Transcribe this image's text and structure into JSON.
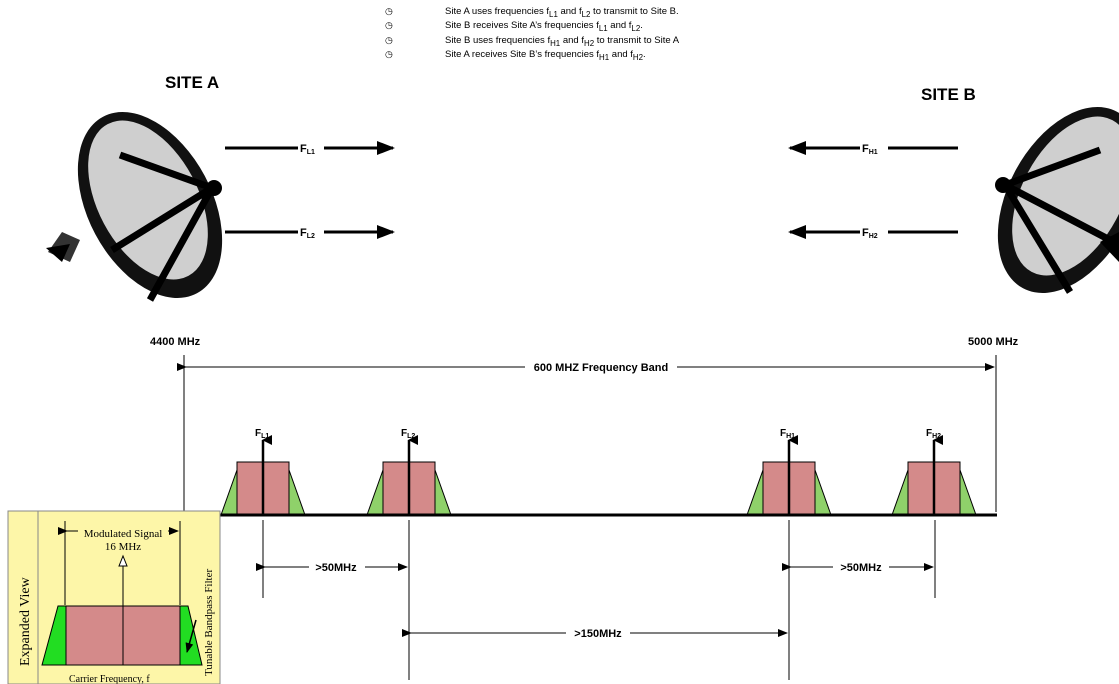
{
  "notes": [
    {
      "pre": "Site A uses frequencies f",
      "s1": "L1",
      "mid": " and f",
      "s2": "L2",
      "post": " to transmit to Site B."
    },
    {
      "pre": "Site B receives Site A’s frequencies f",
      "s1": "L1",
      "mid": " and f",
      "s2": "L2",
      "post": "."
    },
    {
      "pre": "Site B uses frequencies f",
      "s1": "H1",
      "mid": " and f",
      "s2": "H2",
      "post": " to transmit to Site A"
    },
    {
      "pre": "Site A receives Site B’s frequencies f",
      "s1": "H1",
      "mid": " and f",
      "s2": "H2",
      "post": "."
    }
  ],
  "bullet_icon": "clock-icon",
  "sites": {
    "a": "SITE A",
    "b": "SITE B"
  },
  "links": {
    "fl1": {
      "main": "F",
      "sub": "L1"
    },
    "fl2": {
      "main": "F",
      "sub": "L2"
    },
    "fh1": {
      "main": "F",
      "sub": "H1"
    },
    "fh2": {
      "main": "F",
      "sub": "H2"
    }
  },
  "band": {
    "low": "4400 MHz",
    "high": "5000 MHz",
    "label": "600 MHZ Frequency Band"
  },
  "spacing": {
    "left": ">50MHz",
    "right": ">50MHz",
    "center": ">150MHz"
  },
  "inset": {
    "title": "Expanded View",
    "signal": "Modulated Signal",
    "bandwidth": "16 MHz",
    "filter": "Tunable Bandpass Filter",
    "carrier": "Carrier Frequency, f"
  },
  "colors": {
    "carrier_fill": "#d48a8a",
    "filter_fill": "#8fd16a",
    "inset_bg": "#fdf6a8",
    "inset_filter": "#22dd22"
  }
}
